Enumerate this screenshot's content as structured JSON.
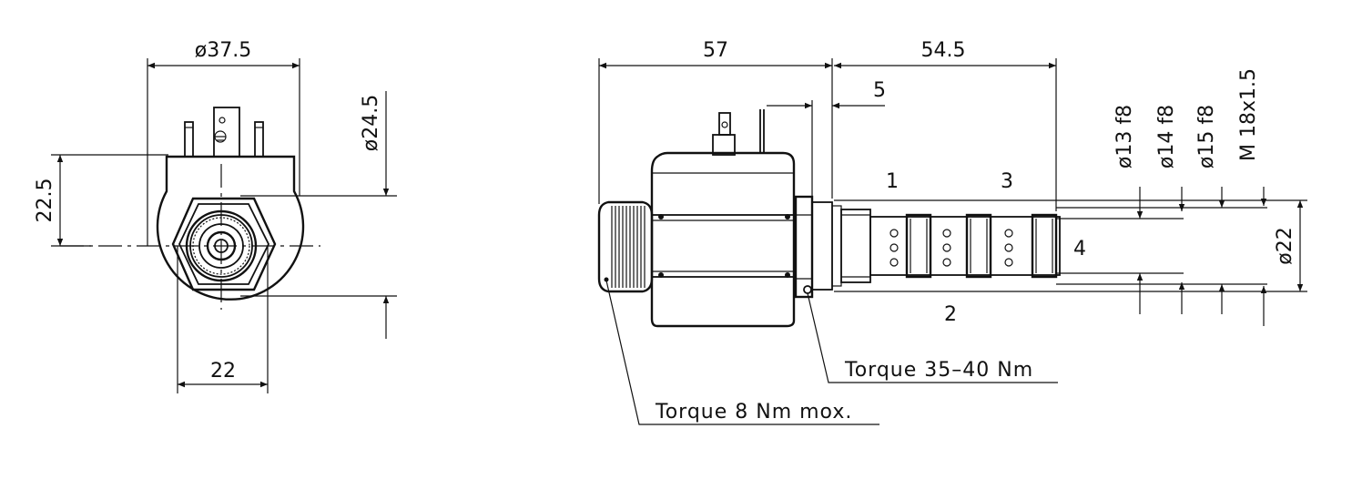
{
  "dimensions": {
    "front_diameter": "ø37.5",
    "front_height_offset": "22.5",
    "front_thread_dia": "ø24.5",
    "front_width": "22",
    "side_body_length": "57",
    "side_cartridge_length": "54.5",
    "side_flange": "5",
    "dia_13": "ø13 f8",
    "dia_14": "ø14 f8",
    "dia_15": "ø15 f8",
    "thread": "M 18x1.5",
    "dia_22": "ø22"
  },
  "ports": [
    "1",
    "3",
    "4",
    "2"
  ],
  "notes": {
    "torque_nut": "Torque 35–40 Nm",
    "torque_knob": "Torque 8 Nm mox."
  },
  "colors": {
    "line": "#111111",
    "background": "#ffffff"
  }
}
